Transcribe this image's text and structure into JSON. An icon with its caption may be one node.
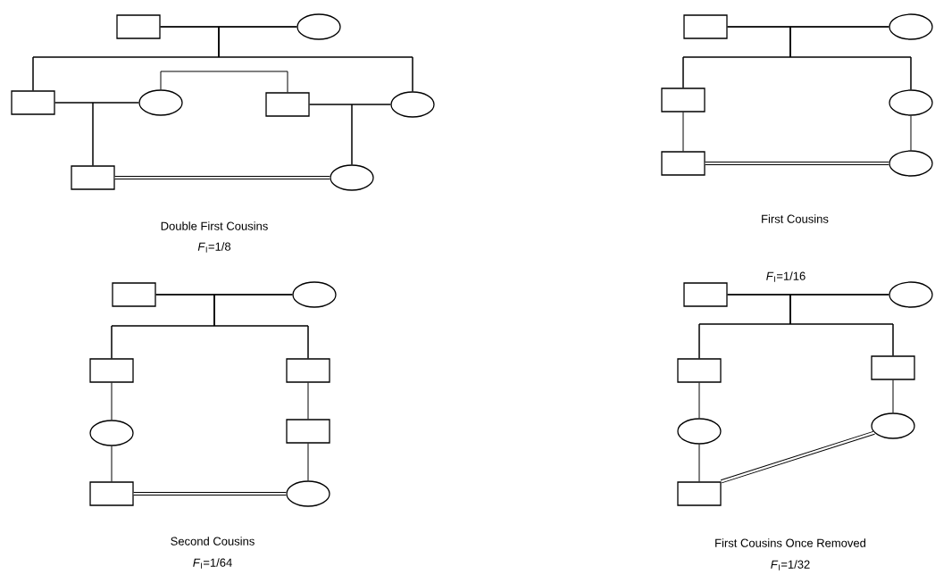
{
  "diagram": {
    "nodes": [
      {
        "text": [],
        "shape": "box"
      },
      {
        "text": [],
        "shape": "ellipse"
      },
      {
        "text": [],
        "shape": "box"
      },
      {
        "text": [],
        "shape": "ellipse"
      },
      {
        "text": [],
        "shape": "box"
      },
      {
        "text": [],
        "shape": "ellipse"
      },
      {
        "text": [],
        "shape": "box"
      },
      {
        "text": [],
        "shape": "ellipse"
      },
      {
        "text": [],
        "shape": "box"
      },
      {
        "text": [],
        "shape": "ellipse"
      },
      {
        "text": [],
        "shape": "box"
      },
      {
        "text": [],
        "shape": "ellipse"
      },
      {
        "text": [],
        "shape": "box"
      },
      {
        "text": [],
        "shape": "ellipse"
      },
      {
        "text": [],
        "shape": "box"
      },
      {
        "text": [],
        "shape": "ellipse"
      },
      {
        "text": [],
        "shape": "box"
      },
      {
        "text": [],
        "shape": "box"
      },
      {
        "text": [],
        "shape": "ellipse"
      },
      {
        "text": [],
        "shape": "box"
      },
      {
        "text": [],
        "shape": "box"
      },
      {
        "text": [],
        "shape": "ellipse"
      },
      {
        "text": [],
        "shape": "box"
      },
      {
        "text": [],
        "shape": "ellipse"
      },
      {
        "text": [],
        "shape": "box"
      },
      {
        "text": [],
        "shape": "box"
      },
      {
        "text": [],
        "shape": "ellipse"
      },
      {
        "text": [],
        "shape": "box"
      },
      {
        "text": [],
        "shape": "ellipse"
      }
    ],
    "edges": [
      {
        "from": 0,
        "to": 1,
        "arrow": "none"
      },
      {
        "from": 0,
        "to": 2,
        "arrow": "none"
      },
      {
        "from": 0,
        "to": 5,
        "arrow": "none"
      },
      {
        "from": 1,
        "to": 2,
        "arrow": "none"
      },
      {
        "from": 1,
        "to": 5,
        "arrow": "none"
      },
      {
        "from": 3,
        "to": 4,
        "arrow": "none"
      },
      {
        "from": 2,
        "to": 3,
        "arrow": "none"
      },
      {
        "from": 4,
        "to": 5,
        "arrow": "none"
      },
      {
        "from": 2,
        "to": 6,
        "arrow": "none"
      },
      {
        "from": 3,
        "to": 6,
        "arrow": "none"
      },
      {
        "from": 4,
        "to": 7,
        "arrow": "none"
      },
      {
        "from": 5,
        "to": 7,
        "arrow": "none"
      },
      {
        "from": 6,
        "to": 7,
        "arrow": "none",
        "style": "thick"
      },
      {
        "from": 8,
        "to": 9,
        "arrow": "none"
      },
      {
        "from": 8,
        "to": 10,
        "arrow": "none"
      },
      {
        "from": 8,
        "to": 11,
        "arrow": "none"
      },
      {
        "from": 9,
        "to": 10,
        "arrow": "none"
      },
      {
        "from": 9,
        "to": 11,
        "arrow": "none"
      },
      {
        "from": 10,
        "to": 12,
        "arrow": "none"
      },
      {
        "from": 11,
        "to": 13,
        "arrow": "none"
      },
      {
        "from": 12,
        "to": 13,
        "arrow": "none",
        "style": "thick"
      },
      {
        "from": 14,
        "to": 15,
        "arrow": "none"
      },
      {
        "from": 14,
        "to": 16,
        "arrow": "none"
      },
      {
        "from": 14,
        "to": 17,
        "arrow": "none"
      },
      {
        "from": 15,
        "to": 16,
        "arrow": "none"
      },
      {
        "from": 15,
        "to": 17,
        "arrow": "none"
      },
      {
        "from": 16,
        "to": 18,
        "arrow": "none"
      },
      {
        "from": 17,
        "to": 19,
        "arrow": "none"
      },
      {
        "from": 18,
        "to": 20,
        "arrow": "none"
      },
      {
        "from": 19,
        "to": 21,
        "arrow": "none"
      },
      {
        "from": 20,
        "to": 21,
        "arrow": "none",
        "style": "thick"
      },
      {
        "from": 22,
        "to": 23,
        "arrow": "none"
      },
      {
        "from": 22,
        "to": 24,
        "arrow": "none"
      },
      {
        "from": 22,
        "to": 25,
        "arrow": "none"
      },
      {
        "from": 23,
        "to": 24,
        "arrow": "none"
      },
      {
        "from": 23,
        "to": 25,
        "arrow": "none"
      },
      {
        "from": 24,
        "to": 26,
        "arrow": "none"
      },
      {
        "from": 26,
        "to": 27,
        "arrow": "none"
      },
      {
        "from": 25,
        "to": 28,
        "arrow": "none"
      },
      {
        "from": 27,
        "to": 28,
        "arrow": "none",
        "style": "thick"
      }
    ],
    "labels": [
      "Double First Cousins",
      "*F*$_{I}$=1/8",
      "First Cousins",
      "*F*$_{I}$=1/16",
      "Second Cousins",
      "*F*$_{I}$=1/64",
      "First Cousins Once Removed",
      "*F*$_{I}$=1/32"
    ]
  }
}
